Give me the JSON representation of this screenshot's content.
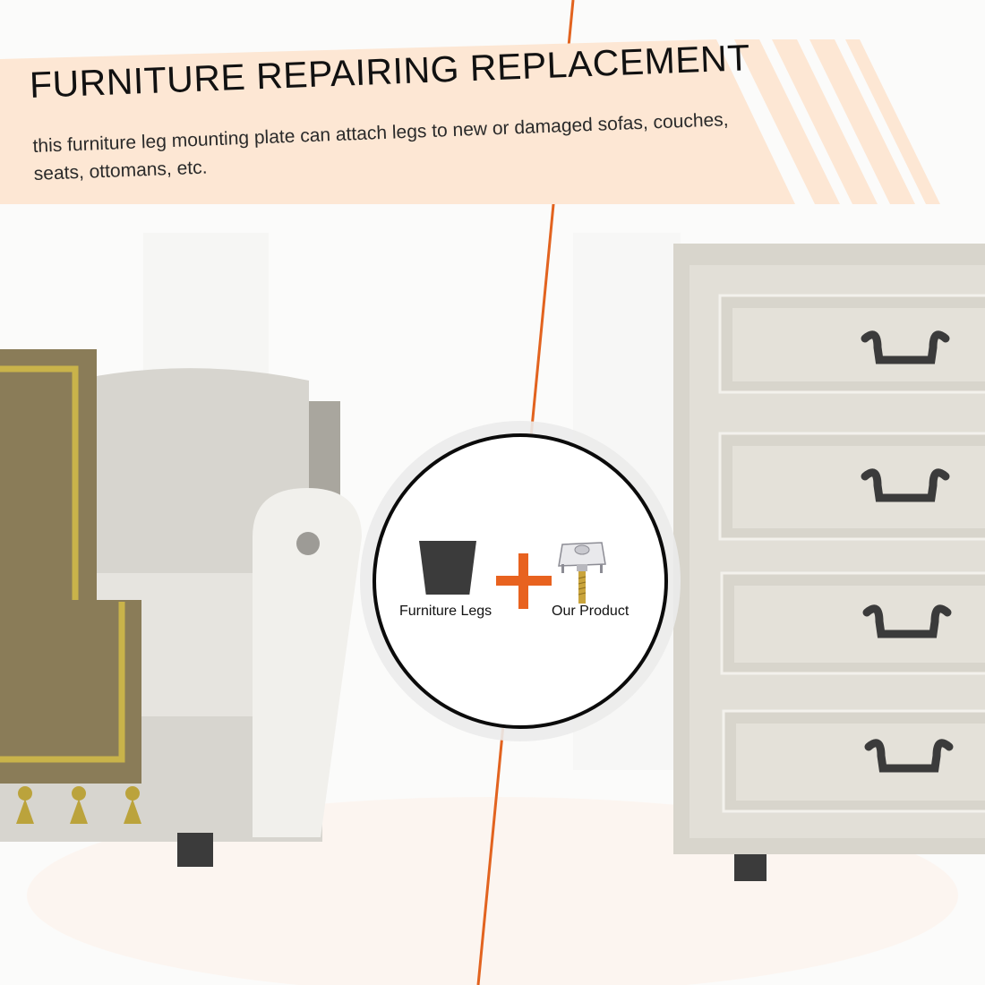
{
  "banner": {
    "title": "FURNITURE REPAIRING REPLACEMENT",
    "subtitle": "this furniture leg mounting plate can attach legs to new or damaged sofas, couches, seats, ottomans, etc."
  },
  "comparison": {
    "legs_label": "Furniture Legs",
    "product_label": "Our Product"
  },
  "colors": {
    "banner": "#fde7d4",
    "accent_line": "#e2631f",
    "plus": "#e8621f",
    "sofa": "#d7d5cf",
    "throw_blanket": "#8a7c58",
    "trim": "#c9b34a",
    "dresser": "#dddad2",
    "handles_and_legs": "#3b3b3b"
  },
  "icons": {
    "leg": "furniture-leg-icon",
    "plus": "plus-icon",
    "product": "mounting-plate-icon"
  }
}
